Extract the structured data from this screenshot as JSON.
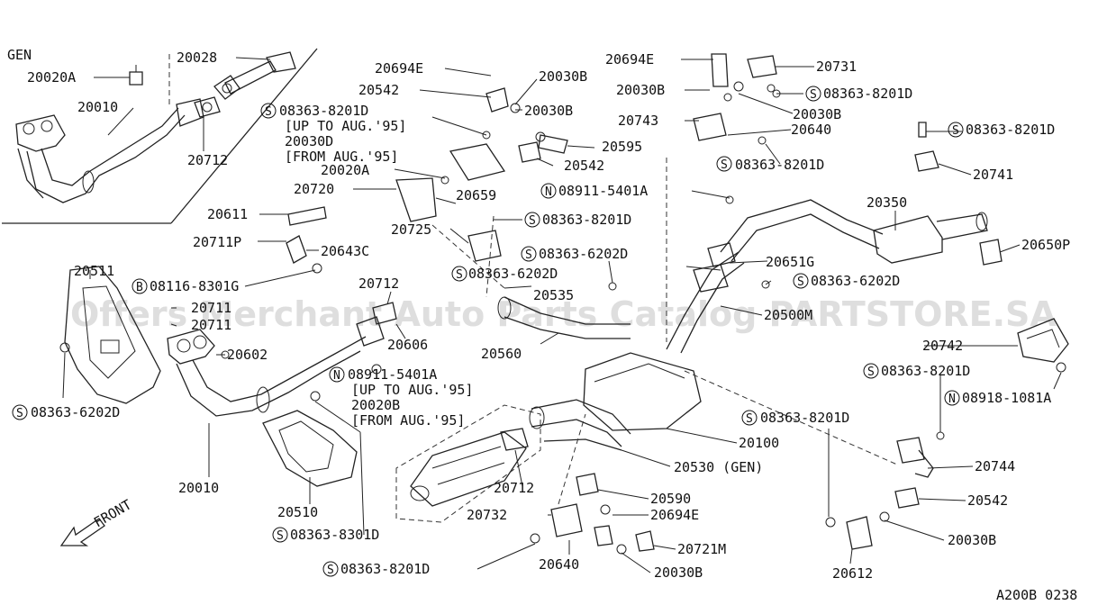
{
  "watermark": "Offers Merchant Auto Parts Catalog PARTSTORE.SA",
  "corner_code": "A200B 0238",
  "front_label": "FRONT",
  "gen_label": "GEN",
  "labels": {
    "l20020A_top": "20020A",
    "l20028": "20028",
    "l20010_top": "20010",
    "l20712_top": "20712",
    "l20694E_top": "20694E",
    "l20542_top": "20542",
    "l20030B_a": "20030B",
    "l08363_8201D_a": "08363-8201D",
    "up_to_aug95_a": "[UP TO AUG.'95]",
    "l20030D": "20030D",
    "from_aug95_a": "[FROM AUG.'95]",
    "l20030B_b": "20030B",
    "l20595": "20595",
    "l20542_mid": "20542",
    "l20020A_mid": "20020A",
    "l20720": "20720",
    "l20659": "20659",
    "l20611": "20611",
    "l20725": "20725",
    "l20711P": "20711P",
    "l20643C": "20643C",
    "l08363_8201D_b": "08363-8201D",
    "l20694E_r": "20694E",
    "l20731": "20731",
    "l20030B_c": "20030B",
    "l08363_8201D_c": "08363-8201D",
    "l20030B_d": "20030B",
    "l20743": "20743",
    "l20640_top": "20640",
    "l08363_8201D_d": "08363-8201D",
    "l08363_8201D_e": "08363-8201D",
    "l20741": "20741",
    "l08911_5401A_a": "08911-5401A",
    "l20350": "20350",
    "l20650P": "20650P",
    "l08363_6202D_a": "08363-6202D",
    "l20651G": "20651G",
    "l08363_6202D_b": "08363-6202D",
    "l08363_6202D_c": "08363-6202D",
    "l20535": "20535",
    "l20500M": "20500M",
    "l20511": "20511",
    "l08116_8301G": "08116-8301G",
    "l20711_a": "20711",
    "l20711_b": "20711",
    "l20712_mid": "20712",
    "l20606": "20606",
    "l20560": "20560",
    "l20742": "20742",
    "l20602": "20602",
    "l08911_5401A_b": "08911-5401A",
    "up_to_aug95_b": "[UP TO AUG.'95]",
    "l20020B": "20020B",
    "from_aug95_b": "[FROM AUG.'95]",
    "l08363_8201D_f": "08363-8201D",
    "l08918_1081A": "08918-1081A",
    "l08363_6202D_d": "08363-6202D",
    "l08363_8201D_g": "08363-8201D",
    "l20100": "20100",
    "l20530": "20530 (GEN)",
    "l20010_bot": "20010",
    "l20712_bot": "20712",
    "l20744": "20744",
    "l20590": "20590",
    "l20542_bot": "20542",
    "l20732": "20732",
    "l20694E_bot": "20694E",
    "l20510": "20510",
    "l08363_8301D": "08363-8301D",
    "l20721M": "20721M",
    "l20030B_e": "20030B",
    "l08363_8201D_h": "08363-8201D",
    "l20640_bot": "20640",
    "l20030B_f": "20030B",
    "l20612": "20612"
  },
  "markers": {
    "s": "S",
    "n": "N",
    "b": "B"
  }
}
